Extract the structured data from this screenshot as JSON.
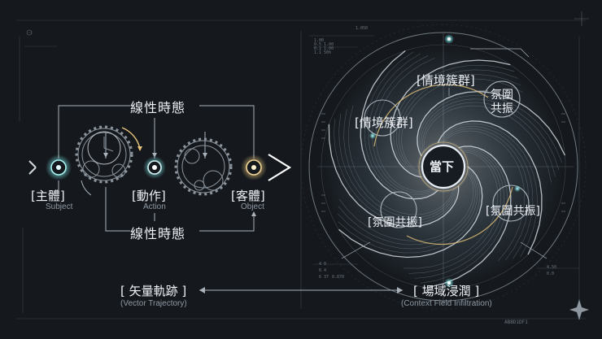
{
  "left": {
    "title_top": "線性時態",
    "title_bottom": "線性時態",
    "nodes": [
      {
        "label": "[主體]",
        "sub": "Subject"
      },
      {
        "label": "[動作]",
        "sub": "Action"
      },
      {
        "label": "[客體]",
        "sub": "Object"
      }
    ]
  },
  "right": {
    "center": "當下",
    "labels": {
      "cluster_top": "[情境簇群]",
      "cluster_left": "[情境簇群]",
      "resonance_top_line1": "氛圍",
      "resonance_top_line2": "共振",
      "resonance_bottom_left": "[氛圍共振]",
      "resonance_bottom_right": "[氛圍共振]"
    },
    "readouts": [
      "1.050",
      "1.00",
      "0.5 1.00",
      "0.1 1.00",
      "1.1 50%",
      "4 0",
      "6 4",
      "6 37",
      "0.870",
      "4.50",
      "0.0"
    ]
  },
  "bottom": {
    "left_title": "[ 矢量軌跡 ]",
    "left_sub": "(Vector Trajectory)",
    "right_title": "[ 場域浸潤 ]",
    "right_sub": "(Context Field Infiltration)"
  },
  "corner_code": "AB8D1DF1",
  "colors": {
    "background": "#15191e",
    "line": "#9aa4ae",
    "cyan_glow": "#7fe8e8",
    "amber_glow": "#e8c47a"
  }
}
